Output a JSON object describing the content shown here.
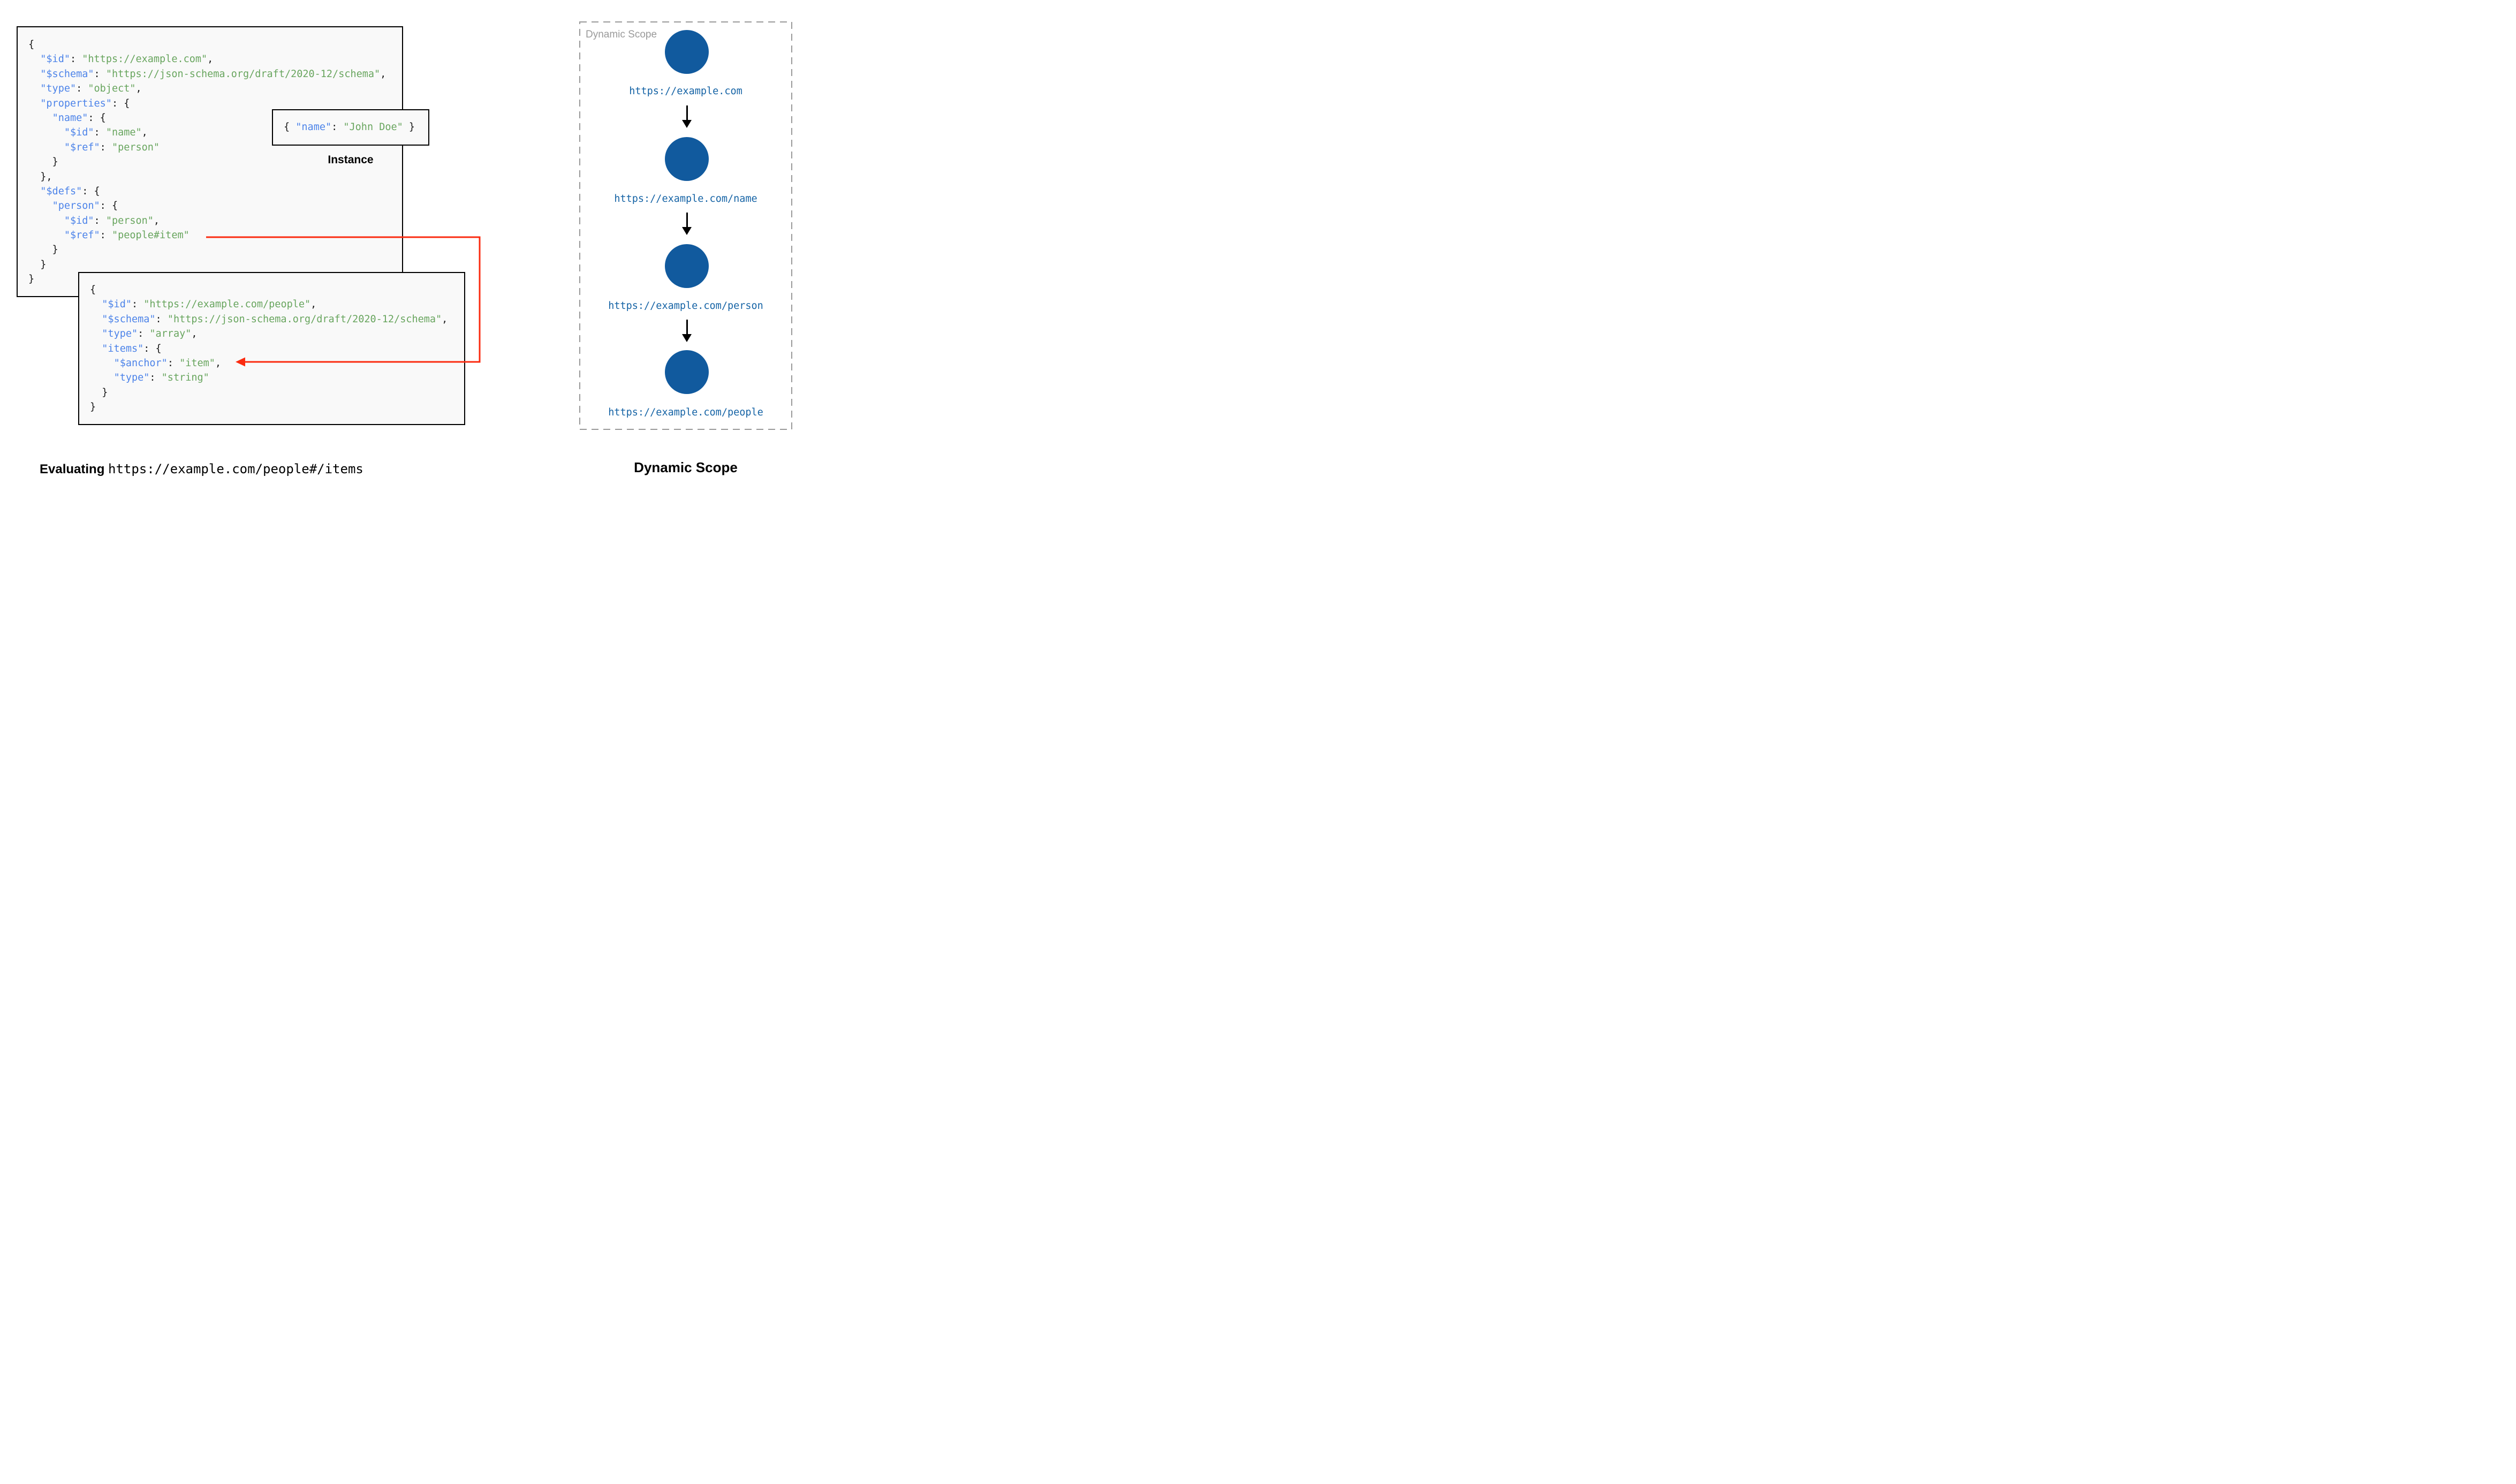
{
  "colors": {
    "key": "#4c83e9",
    "string": "#68a55e",
    "punct": "#1a1a1a",
    "box_fill": "#f9f9f9",
    "box_border": "#000000",
    "node_fill": "#115a9e",
    "node_label": "#1563a5",
    "panel_border": "#999999",
    "panel_label": "#9a9a9a",
    "ref_arrow": "#fb2b10",
    "flow_arrow": "#000000"
  },
  "schema1": {
    "lines": [
      [
        [
          "p",
          "{"
        ]
      ],
      [
        [
          "p",
          "  "
        ],
        [
          "k",
          "\"$id\""
        ],
        [
          "p",
          ": "
        ],
        [
          "s",
          "\"https://example.com\""
        ],
        [
          "p",
          ","
        ]
      ],
      [
        [
          "p",
          "  "
        ],
        [
          "k",
          "\"$schema\""
        ],
        [
          "p",
          ": "
        ],
        [
          "s",
          "\"https://json-schema.org/draft/2020-12/schema\""
        ],
        [
          "p",
          ","
        ]
      ],
      [
        [
          "p",
          "  "
        ],
        [
          "k",
          "\"type\""
        ],
        [
          "p",
          ": "
        ],
        [
          "s",
          "\"object\""
        ],
        [
          "p",
          ","
        ]
      ],
      [
        [
          "p",
          "  "
        ],
        [
          "k",
          "\"properties\""
        ],
        [
          "p",
          ": {"
        ]
      ],
      [
        [
          "p",
          "    "
        ],
        [
          "k",
          "\"name\""
        ],
        [
          "p",
          ": {"
        ]
      ],
      [
        [
          "p",
          "      "
        ],
        [
          "k",
          "\"$id\""
        ],
        [
          "p",
          ": "
        ],
        [
          "s",
          "\"name\""
        ],
        [
          "p",
          ","
        ]
      ],
      [
        [
          "p",
          "      "
        ],
        [
          "k",
          "\"$ref\""
        ],
        [
          "p",
          ": "
        ],
        [
          "s",
          "\"person\""
        ]
      ],
      [
        [
          "p",
          "    }"
        ]
      ],
      [
        [
          "p",
          "  },"
        ]
      ],
      [
        [
          "p",
          "  "
        ],
        [
          "k",
          "\"$defs\""
        ],
        [
          "p",
          ": {"
        ]
      ],
      [
        [
          "p",
          "    "
        ],
        [
          "k",
          "\"person\""
        ],
        [
          "p",
          ": {"
        ]
      ],
      [
        [
          "p",
          "      "
        ],
        [
          "k",
          "\"$id\""
        ],
        [
          "p",
          ": "
        ],
        [
          "s",
          "\"person\""
        ],
        [
          "p",
          ","
        ]
      ],
      [
        [
          "p",
          "      "
        ],
        [
          "k",
          "\"$ref\""
        ],
        [
          "p",
          ": "
        ],
        [
          "s",
          "\"people#item\""
        ]
      ],
      [
        [
          "p",
          "    }"
        ]
      ],
      [
        [
          "p",
          "  }"
        ]
      ],
      [
        [
          "p",
          "}"
        ]
      ]
    ]
  },
  "schema2": {
    "lines": [
      [
        [
          "p",
          "{"
        ]
      ],
      [
        [
          "p",
          "  "
        ],
        [
          "k",
          "\"$id\""
        ],
        [
          "p",
          ": "
        ],
        [
          "s",
          "\"https://example.com/people\""
        ],
        [
          "p",
          ","
        ]
      ],
      [
        [
          "p",
          "  "
        ],
        [
          "k",
          "\"$schema\""
        ],
        [
          "p",
          ": "
        ],
        [
          "s",
          "\"https://json-schema.org/draft/2020-12/schema\""
        ],
        [
          "p",
          ","
        ]
      ],
      [
        [
          "p",
          "  "
        ],
        [
          "k",
          "\"type\""
        ],
        [
          "p",
          ": "
        ],
        [
          "s",
          "\"array\""
        ],
        [
          "p",
          ","
        ]
      ],
      [
        [
          "p",
          "  "
        ],
        [
          "k",
          "\"items\""
        ],
        [
          "p",
          ": {"
        ]
      ],
      [
        [
          "p",
          "    "
        ],
        [
          "k",
          "\"$anchor\""
        ],
        [
          "p",
          ": "
        ],
        [
          "s",
          "\"item\""
        ],
        [
          "p",
          ","
        ]
      ],
      [
        [
          "p",
          "    "
        ],
        [
          "k",
          "\"type\""
        ],
        [
          "p",
          ": "
        ],
        [
          "s",
          "\"string\""
        ]
      ],
      [
        [
          "p",
          "  }"
        ]
      ],
      [
        [
          "p",
          "}"
        ]
      ]
    ]
  },
  "instance": {
    "lines": [
      [
        [
          "p",
          "{ "
        ],
        [
          "k",
          "\"name\""
        ],
        [
          "p",
          ": "
        ],
        [
          "s",
          "\"John Doe\""
        ],
        [
          "p",
          " }"
        ]
      ]
    ],
    "label": "Instance"
  },
  "dynamic_scope": {
    "panel_label": "Dynamic Scope",
    "nodes": [
      {
        "uri": "https://example.com"
      },
      {
        "uri": "https://example.com/name"
      },
      {
        "uri": "https://example.com/person"
      },
      {
        "uri": "https://example.com/people"
      }
    ],
    "caption": "Dynamic Scope"
  },
  "evaluating": {
    "prefix": "Evaluating",
    "uri": "https://example.com/people#/items"
  }
}
